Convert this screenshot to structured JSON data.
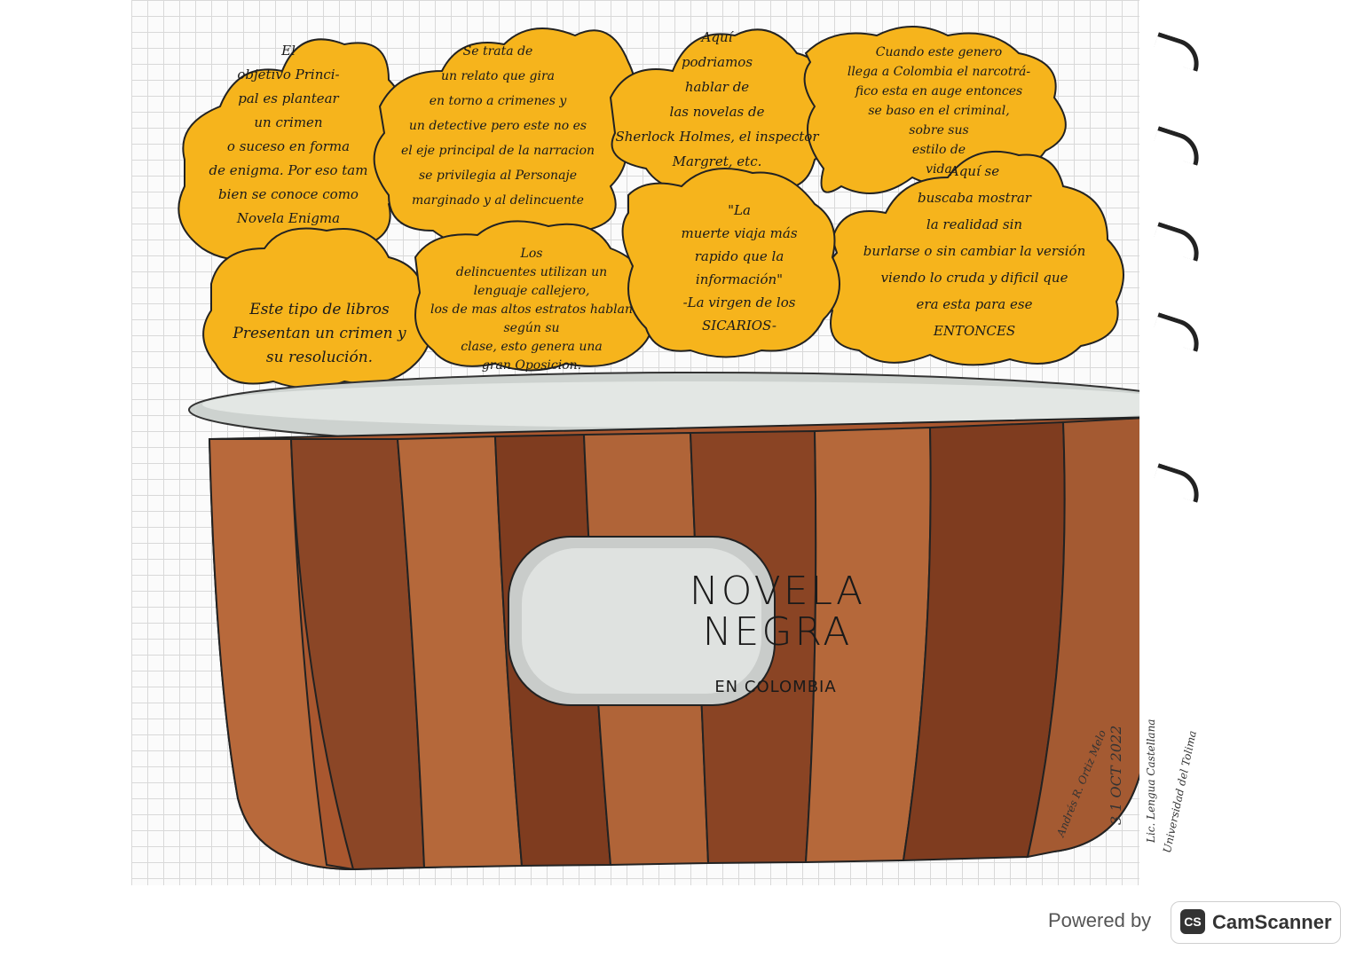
{
  "bubbles": [
    {
      "id": "b1",
      "text": "El\nobjetivo Princi-\npal es plantear\nun crimen\no suceso en forma\nde enigma. Por eso tam\nbien se conoce como\nNovela Enigma"
    },
    {
      "id": "b2",
      "text": "Se trata de\nun relato que gira\nen torno a crimenes y\nun detective pero este no es\nel eje principal de la narracion\nse privilegia al Personaje\nmarginado y al delincuente"
    },
    {
      "id": "b3",
      "text": "Aquí\npodriamos\nhablar de\nlas novelas de\nSherlock Holmes, el inspector\nMargret, etc."
    },
    {
      "id": "b4",
      "text": "Cuando este genero\nllega a Colombia el narcotrá-\nfico esta en auge entonces\nse baso en el criminal,\nsobre sus\nestilo de\nvida"
    },
    {
      "id": "b5",
      "text": "Aquí se\nbuscaba mostrar\nla realidad sin\nburlarse o sin cambiar la versión\nviendo lo cruda y dificil que\nera esta para ese\nENTONCES"
    },
    {
      "id": "b6",
      "text": "Este tipo de libros\nPresentan un crimen y\nsu resolución."
    },
    {
      "id": "b7",
      "text": "Los\ndelincuentes utilizan un\nlenguaje callejero,\nlos de mas altos estratos hablan según su\nclase, esto genera una\ngran Oposicion."
    },
    {
      "id": "b8",
      "text": "\"La\nmuerte viaja más\nrapido que la\ninformación\"\n-La virgen de los\nSICARIOS-"
    }
  ],
  "pot": {
    "title": "NOVELA\nNEGRA",
    "subtitle": "EN COLOMBIA"
  },
  "stamp": {
    "signature": "Andrés R. Ortiz Melo",
    "date": "3 1 OCT 2022",
    "dept": "Lic. Lengua Castellana",
    "univ": "Universidad del Tolima"
  },
  "footer": {
    "powered": "Powered by",
    "brand": "CamScanner",
    "logo": "CS"
  },
  "colors": {
    "bubble": "#f6b41c",
    "wood_light": "#b5683a",
    "wood_dark": "#8a4424",
    "rim": "#cdd2cf"
  }
}
